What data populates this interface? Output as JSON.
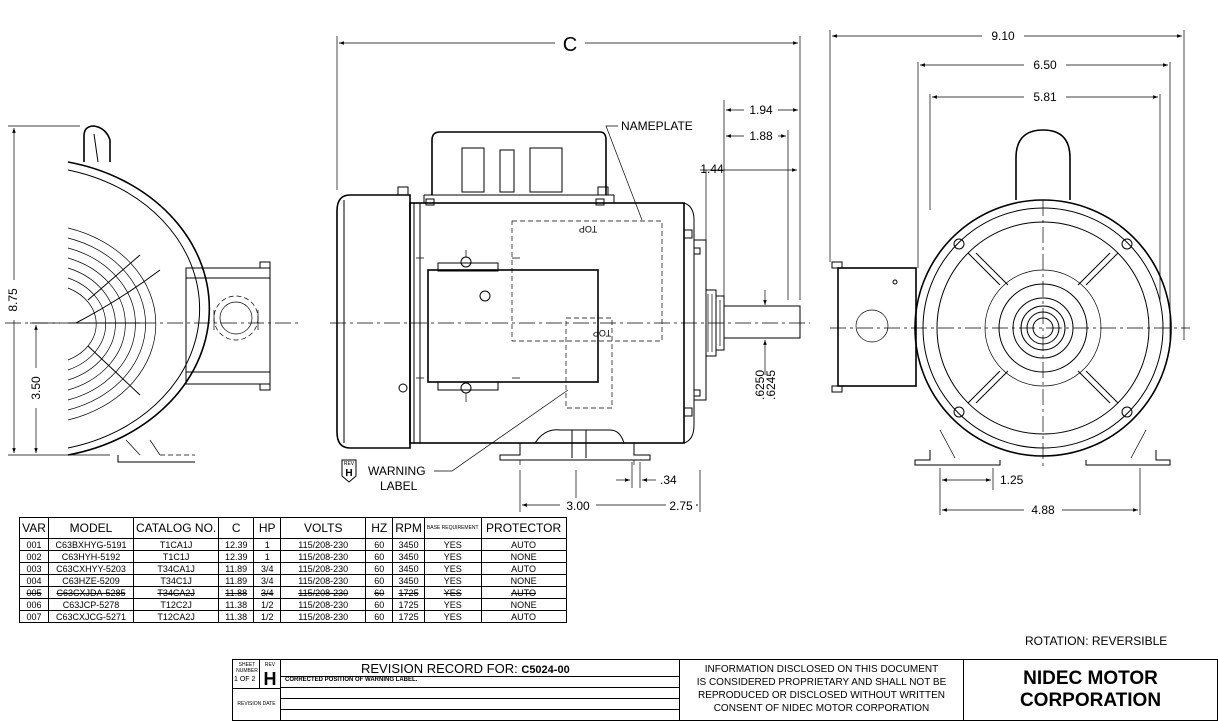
{
  "drawing": {
    "dims": {
      "C": "C",
      "d910": "9.10",
      "d650": "6.50",
      "d581": "5.81",
      "d194": "1.94",
      "d188": "1.88",
      "d144": "1.44",
      "d875": "8.75",
      "d350": "3.50",
      "shaft1": ".6250",
      "shaft2": ".6245",
      "d034": ".34",
      "d300": "3.00",
      "d275": "2.75",
      "d125": "1.25",
      "d488": "4.88"
    },
    "labels": {
      "nameplate": "NAMEPLATE",
      "warning1": "WARNING",
      "warning2": "LABEL",
      "rev_tag_top": "REV",
      "rev_tag_letter": "H",
      "top1": "TOP",
      "top2": "TOP"
    }
  },
  "table": {
    "headers": [
      "VAR",
      "MODEL",
      "CATALOG NO.",
      "C",
      "HP",
      "VOLTS",
      "HZ",
      "RPM",
      "BASE REQUIREMENT",
      "PROTECTOR"
    ],
    "rows": [
      [
        "001",
        "C63BXHYG-5191",
        "T1CA1J",
        "12.39",
        "1",
        "115/208-230",
        "60",
        "3450",
        "YES",
        "AUTO"
      ],
      [
        "002",
        "C63HYH-5192",
        "T1C1J",
        "12.39",
        "1",
        "115/208-230",
        "60",
        "3450",
        "YES",
        "NONE"
      ],
      [
        "003",
        "C63CXHYY-5203",
        "T34CA1J",
        "11.89",
        "3/4",
        "115/208-230",
        "60",
        "3450",
        "YES",
        "AUTO"
      ],
      [
        "004",
        "C63HZE-5209",
        "T34C1J",
        "11.89",
        "3/4",
        "115/208-230",
        "60",
        "3450",
        "YES",
        "NONE"
      ],
      [
        "005",
        "C63CXJDA-5285",
        "T34CA2J",
        "11.88",
        "3/4",
        "115/208-230",
        "60",
        "1725",
        "YES",
        "AUTO"
      ],
      [
        "006",
        "C63JCP-5278",
        "T12C2J",
        "11.38",
        "1/2",
        "115/208-230",
        "60",
        "1725",
        "YES",
        "NONE"
      ],
      [
        "007",
        "C63CXJCG-5271",
        "T12CA2J",
        "11.38",
        "1/2",
        "115/208-230",
        "60",
        "1725",
        "YES",
        "AUTO"
      ]
    ]
  },
  "rotation": "ROTATION:  REVERSIBLE",
  "titleblock": {
    "sheet_number_label": "SHEET NUMBER",
    "rev_label": "REV",
    "sheet_value": "1 OF 2",
    "rev_value": "H",
    "revision_date_label": "REVISION DATE",
    "revision_record_prefix": "REVISION RECORD FOR:",
    "revision_record_id": "C5024-00",
    "revision_note": "CORRECTED POSITION OF WARNING LABEL.",
    "disclaimer": [
      "INFORMATION DISCLOSED ON THIS DOCUMENT",
      "IS CONSIDERED PROPRIETARY AND SHALL NOT BE",
      "REPRODUCED OR DISCLOSED WITHOUT WRITTEN",
      "CONSENT OF NIDEC MOTOR CORPORATION"
    ],
    "company_line1": "NIDEC MOTOR",
    "company_line2": "CORPORATION"
  }
}
